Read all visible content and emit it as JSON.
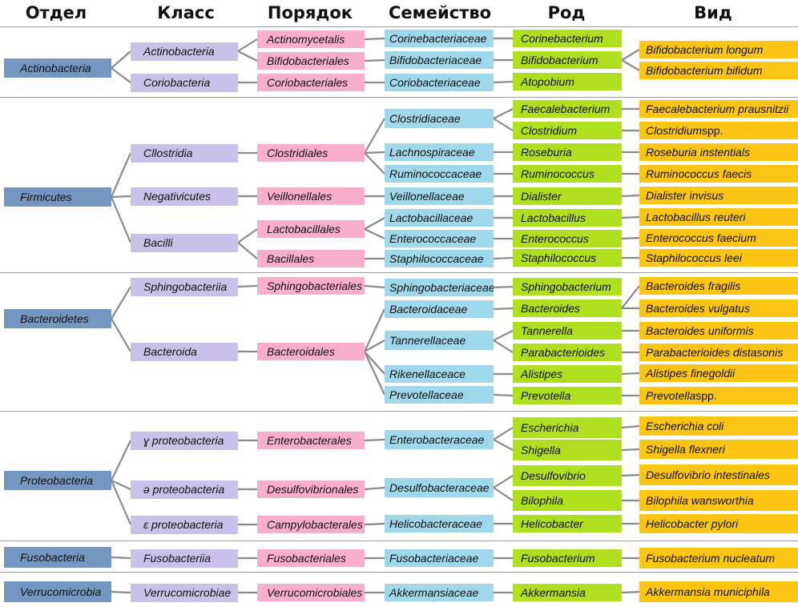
{
  "headers": {
    "phylum": "Отдел",
    "class": "Класс",
    "order": "Порядок",
    "family": "Семейство",
    "genus": "Род",
    "species": "Вид"
  },
  "colors": {
    "phylum": "#7596c1",
    "class": "#c9c1e8",
    "order": "#f9aecb",
    "family": "#9ed8ea",
    "genus": "#b0df1f",
    "species": "#fcc513",
    "connector": "#8a8a8a",
    "separator": "#9a9a9a"
  },
  "nodes": {
    "p_act": "Actinobacteria",
    "p_fir": "Firmicutes",
    "p_bac": "Bacteroidetes",
    "p_pro": "Proteobacteria",
    "p_fus": "Fusobacteria",
    "p_ver": "Verrucomicrobia",
    "c_actb": "Actinobacteria",
    "c_cor": "Coriobacteria",
    "c_clo": "Cllostridia",
    "c_neg": "Negativicutes",
    "c_bci": "Bacilli",
    "c_sph": "Sphingobacteriia",
    "c_bcd": "Bacteroida",
    "c_gam": "ɣ proteobacteria",
    "c_del": "ә proteobacteria",
    "c_eps": "ɛ proteobacteria",
    "c_fus": "Fusobacteriia",
    "c_ver": "Verrucomicrobiae",
    "o_actm": "Actinomycetalis",
    "o_bif": "Bifidobacteriales",
    "o_cor": "Coriobacteriales",
    "o_clo": "Clostridiales",
    "o_vei": "Veillonellales",
    "o_lac": "Lactobacillales",
    "o_bac": "Bacillales",
    "o_sph": "Sphingobacteriales",
    "o_bcd": "Bacteroidales",
    "o_ent": "Enterobacterales",
    "o_des": "Desulfovibrionales",
    "o_cam": "Campylobacterales",
    "o_fus": "Fusobacteriales",
    "o_ver": "Verrucomicrobiales",
    "f_cory": "Corinebacteriaceae",
    "f_bif": "Bifidobacteriaceae",
    "f_cor": "Coriobacteriaceae",
    "f_clo": "Clostridiaceae",
    "f_lach": "Lachnospiraceae",
    "f_rum": "Ruminococcaceae",
    "f_vei": "Veillonellaceae",
    "f_lac": "Lactobacillaceae",
    "f_ent": "Enterococcaceae",
    "f_sta": "Staphilococcaceae",
    "f_sph": "Sphingobacteriaceae",
    "f_bcd": "Bacteroidaceae",
    "f_tan": "Tannerellaceae",
    "f_rik": "Rikenellaceace",
    "f_pre": "Prevotellaceae",
    "f_enb": "Enterobacteraceae",
    "f_des": "Desulfobacteraceae",
    "f_hel": "Helicobacteraceae",
    "f_fus": "Fusobacteriaceae",
    "f_akk": "Akkermansiaceae",
    "g_cory": "Corinebacterium",
    "g_bif": "Bifidobacterium",
    "g_ato": "Atopobium",
    "g_fae": "Faecalebacterium",
    "g_clo": "Clostridium",
    "g_ros": "Roseburia",
    "g_rum": "Ruminococcus",
    "g_dia": "Dialister",
    "g_lac": "Lactobacillus",
    "g_ent": "Enterococcus",
    "g_sta": "Staphilococcus",
    "g_sph": "Sphingobacterium",
    "g_bac": "Bacteroides",
    "g_tan": "Tannerella",
    "g_par": "Parabacterioides",
    "g_ali": "Alistipes",
    "g_pre": "Prevotella",
    "g_esc": "Escherichia",
    "g_shi": "Shigella",
    "g_des": "Desulfovibrio",
    "g_bil": "Bilophila",
    "g_hel": "Helicobacter",
    "g_fus": "Fusobacterium",
    "g_akk": "Akkermansia",
    "s_bl": "Bifidobacterium longum",
    "s_bb": "Bifidobacterium bifidum",
    "s_fp": "Faecalebacterium prausnitzii",
    "s_cs": "Clostridium",
    "s_cs_suffix": " spp.",
    "s_ri": "Roseburia instentials",
    "s_rf": "Ruminococcus faecis",
    "s_di": "Dialister invisus",
    "s_lr": "Lactobacillus reuteri",
    "s_ef": "Enterococcus faecium",
    "s_sl": "Staphilococcus leei",
    "s_bfr": "Bacteroides fragilis",
    "s_bv": "Bacteroides vulgatus",
    "s_bu": "Bacteroides uniformis",
    "s_pd": "Parabacterioides distasonis",
    "s_af": "Alistipes finegoldii",
    "s_ps": "Prevotella",
    "s_ps_suffix": " spp.",
    "s_ec": "Escherichia coli",
    "s_sf": "Shigella  flexneri",
    "s_dint": "Desulfovibrio  intestinales",
    "s_bw": "Bilophila wansworthia",
    "s_hp": "Helicobacter pylori",
    "s_fn": "Fusobacterium nucleatum",
    "s_am": "Akkermansia municiphila"
  }
}
